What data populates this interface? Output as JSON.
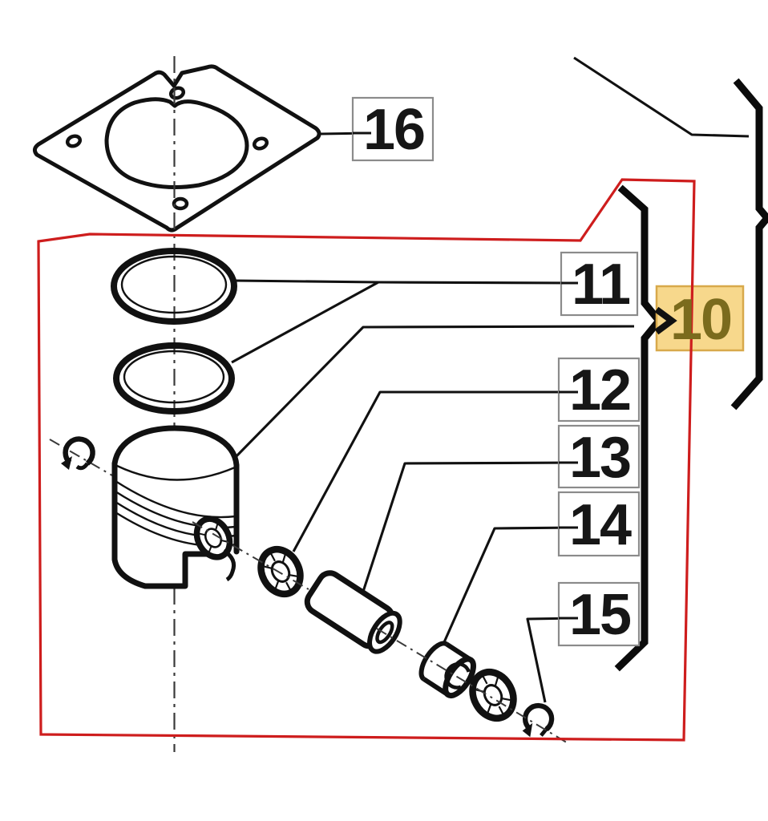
{
  "colors": {
    "outline_red": "#ce1d1d",
    "highlight_fill": "#f7d88c",
    "highlight_border": "#d8a94b",
    "highlight_text": "#7b6b1d",
    "callout_border": "#8b8b8b"
  },
  "callouts": {
    "c10": "10",
    "c11": "11",
    "c12": "12",
    "c13": "13",
    "c14": "14",
    "c15": "15",
    "c16": "16"
  }
}
